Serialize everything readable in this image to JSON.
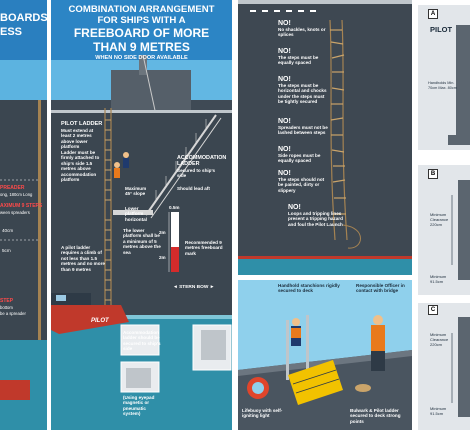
{
  "panel1": {
    "title_line1": "BOARDS",
    "title_line2": "ESS",
    "spreader": "PREADER",
    "spreader_note": "ong, 180cm Long",
    "max_steps": "AXIMUM 9 STEPS",
    "between": "ween spreaders",
    "dim1": "40cm",
    "dim2": "5cm",
    "step": "STEP",
    "step_note1": "bottom",
    "step_note2": "be a spreader"
  },
  "panel2": {
    "title_line1": "COMBINATION ARRANGEMENT",
    "title_line2": "FOR SHIPS WITH A",
    "title_line3": "FREEBOARD OF MORE",
    "title_line4": "THAN 9 METRES",
    "subtitle": "WHEN NO SIDE DOOR AVAILABLE",
    "pilot_ladder_head": "PILOT LADDER",
    "pilot_ladder_text": "Must extend at least 2 metres above lower platform",
    "ladder_secured": "Ladder must be firmly attached to ship's side 1.5 metres above accommodation platform",
    "maximum_45": "Maximum 45° slope",
    "lead_aft": "Should lead aft",
    "accommodation_head": "ACCOMMODATION LADDER",
    "accommodation_text": "Secured to ship's side",
    "lower_platform": "Lower platform horizontal",
    "climb_text": "A pilot ladder requires a climb of not less than 1.5 metres and no more than 9 metres",
    "lower_minimum": "The lower platform shall be a minimum of 5 metres above the sea",
    "scale_top": "0.5m",
    "scale_2m_a": "2m",
    "scale_2m_b": "2m",
    "recommended": "Recommended 9 metres freeboard mark",
    "stern_bow": "◄ STERN  BOW ►",
    "pilot_boat": "PILOT",
    "accommodation_secured": "Accommodation ladder should be secured to ship's side",
    "eyepad": "(Using eyepad magnetic or pneumatic system)"
  },
  "panel3": {
    "items": [
      {
        "no": "NO!",
        "text": "No shackles, knots or splices"
      },
      {
        "no": "NO!",
        "text": "The steps must be equally spaced"
      },
      {
        "no": "NO!",
        "text": "The steps must be horizontal and chocks under the steps must be tightly secured"
      },
      {
        "no": "NO!",
        "text": "Spreaders must not be lashed between steps"
      },
      {
        "no": "NO!",
        "text": "Side ropes must be equally spaced"
      },
      {
        "no": "NO!",
        "text": "The steps should not be painted, dirty or slippery"
      },
      {
        "no": "NO!",
        "text": "Loops and tripping lines present a tripping hazard and foul the Pilot Launch"
      }
    ]
  },
  "panel4": {
    "stanchions": "Handhold stanchions rigidly secured to deck",
    "officer": "Responsible Officer in contact with bridge",
    "lifebuoy": "Lifebuoy with self-igniting light",
    "bulwark": "Bulwark & Pilot ladder secured to deck strong points"
  },
  "panel5": {
    "label_a": "A",
    "pilot": "PILOT",
    "handholds": "Handholds Min. 70cm Max. 80cm",
    "label_b": "B",
    "min_clearance_b": "Minimum Clearance 220cm",
    "minimum_b": "Minimum 91.5cm",
    "label_c": "C",
    "min_clearance_c": "Minimum Clearance 220cm",
    "minimum_c": "Minimum 91.5cm"
  }
}
